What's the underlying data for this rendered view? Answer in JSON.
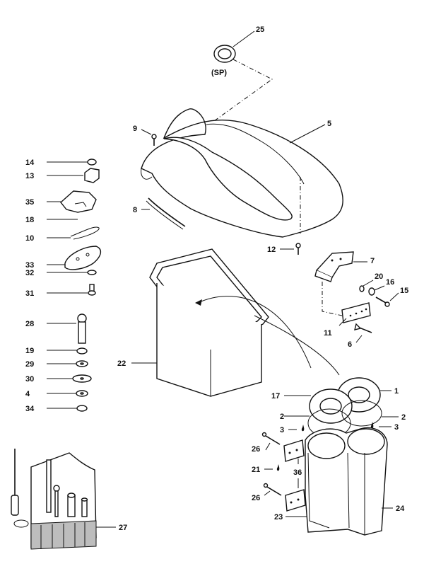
{
  "callouts": {
    "c25": "25",
    "sp": "(SP)",
    "c5": "5",
    "c9": "9",
    "c8": "8",
    "c12": "12",
    "c7": "7",
    "c20": "20",
    "c16": "16",
    "c15": "15",
    "c11": "11",
    "c6": "6",
    "c14": "14",
    "c13": "13",
    "c35": "35",
    "c18": "18",
    "c10": "10",
    "c33": "33",
    "c32": "32",
    "c31": "31",
    "c28": "28",
    "c19": "19",
    "c29": "29",
    "c30": "30",
    "c4": "4",
    "c34": "34",
    "c22": "22",
    "c1": "1",
    "c17": "17",
    "c2a": "2",
    "c2b": "2",
    "c3a": "3",
    "c3b": "3",
    "c26a": "26",
    "c21": "21",
    "c36": "36",
    "c26b": "26",
    "c24": "24",
    "c23": "23",
    "c27": "27"
  }
}
